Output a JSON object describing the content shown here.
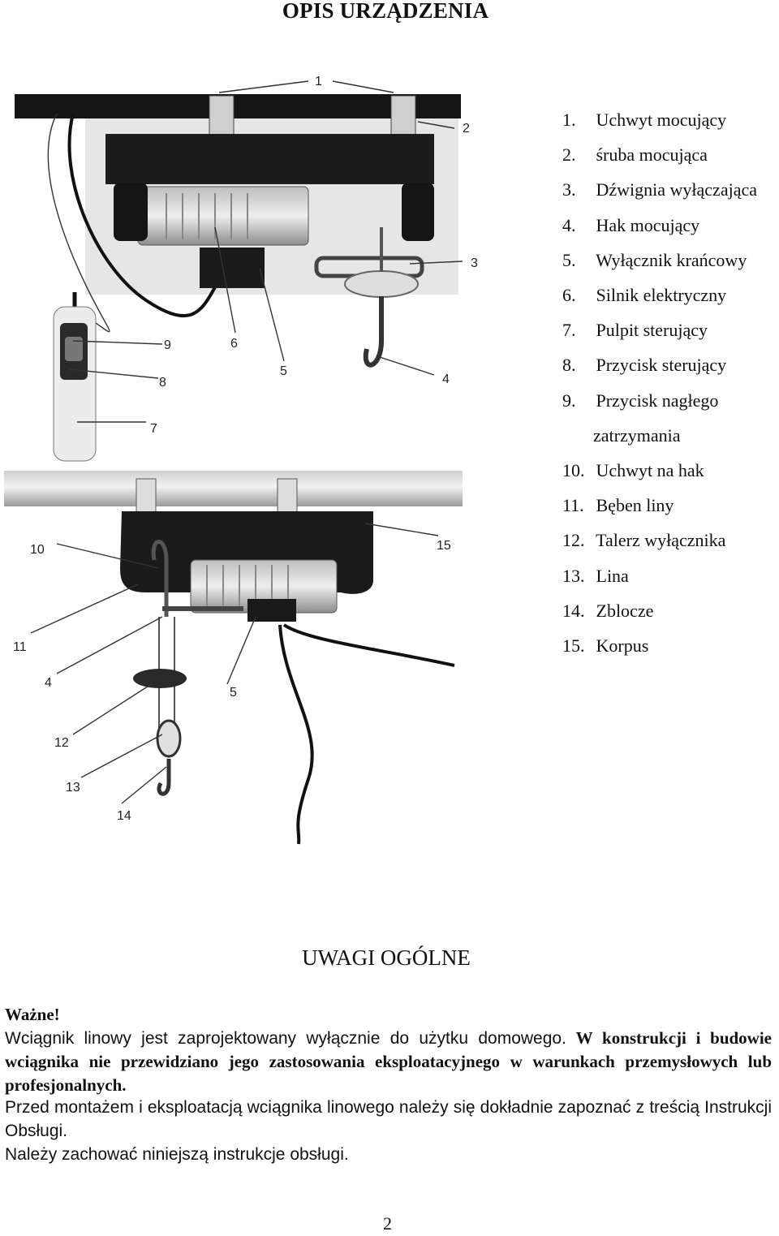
{
  "page": {
    "title": "OPIS URZĄDZENIA",
    "page_number": "2"
  },
  "figure": {
    "callouts": [
      "1",
      "2",
      "3",
      "4",
      "5",
      "6",
      "7",
      "8",
      "9",
      "10",
      "11",
      "4",
      "5",
      "12",
      "13",
      "14",
      "15"
    ]
  },
  "legend": {
    "items": [
      {
        "num": "1.",
        "label": "Uchwyt mocujący"
      },
      {
        "num": "2.",
        "label": "śruba mocująca"
      },
      {
        "num": "3.",
        "label": "Dźwignia wyłączająca"
      },
      {
        "num": "4.",
        "label": "Hak mocujący"
      },
      {
        "num": "5.",
        "label": "Wyłącznik krańcowy"
      },
      {
        "num": "6.",
        "label": "Silnik elektryczny"
      },
      {
        "num": "7.",
        "label": "Pulpit sterujący"
      },
      {
        "num": "8.",
        "label": "Przycisk sterujący"
      },
      {
        "num": "9.",
        "label": "Przycisk nagłego"
      },
      {
        "num": "",
        "label": "zatrzymania"
      },
      {
        "num": "10.",
        "label": "Uchwyt na hak"
      },
      {
        "num": "11.",
        "label": "Bęben liny"
      },
      {
        "num": "12.",
        "label": "Talerz wyłącznika"
      },
      {
        "num": "13.",
        "label": "Lina"
      },
      {
        "num": "14.",
        "label": "Zblocze"
      },
      {
        "num": "15.",
        "label": "Korpus"
      }
    ]
  },
  "general_notes": {
    "heading": "UWAGI OGÓLNE",
    "important_label": "Ważne!",
    "paragraph1_normal": "Wciągnik linowy jest zaprojektowany wyłącznie do użytku domowego.",
    "paragraph1_bold": "W konstrukcji i budowie wciągnika nie przewidziano jego zastosowania eksploatacyjnego w warunkach przemysłowych lub profesjonalnych.",
    "paragraph2": "Przed montażem i eksploatacją wciągnika linowego należy się dokładnie zapoznać z treścią Instrukcji Obsługi.",
    "paragraph3": "Należy zachować niniejszą instrukcje obsługi."
  }
}
